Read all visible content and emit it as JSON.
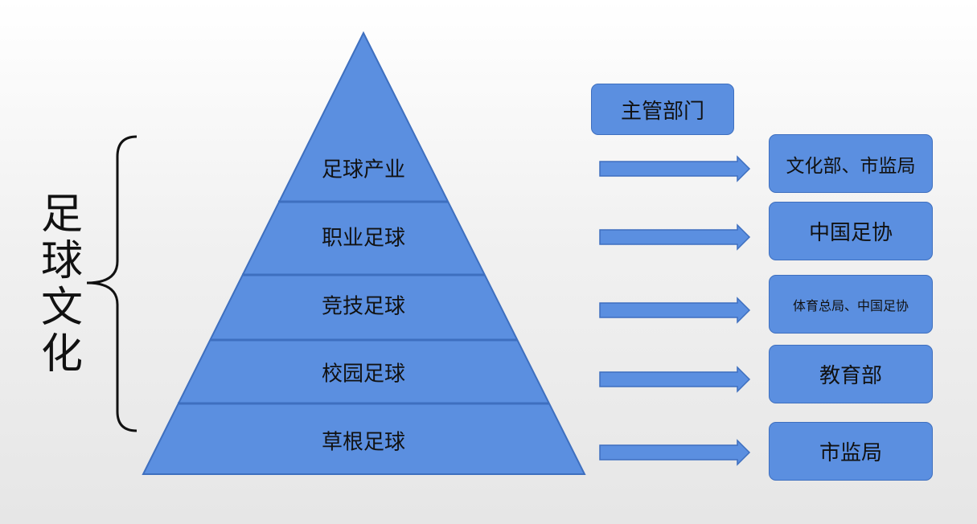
{
  "title_vertical": [
    "足",
    "球",
    "文",
    "化"
  ],
  "header": {
    "label": "主管部门"
  },
  "tiers": [
    {
      "label": "足球产业",
      "department": "文化部、市监局"
    },
    {
      "label": "职业足球",
      "department": "中国足协"
    },
    {
      "label": "竞技足球",
      "department": "体育总局、中国足协"
    },
    {
      "label": "校园足球",
      "department": "教育部"
    },
    {
      "label": "草根足球",
      "department": "市监局"
    }
  ],
  "colors": {
    "fill": "#5b8fe0",
    "stroke": "#3e6fbf",
    "bracket": "#111111",
    "text": "#111111"
  }
}
